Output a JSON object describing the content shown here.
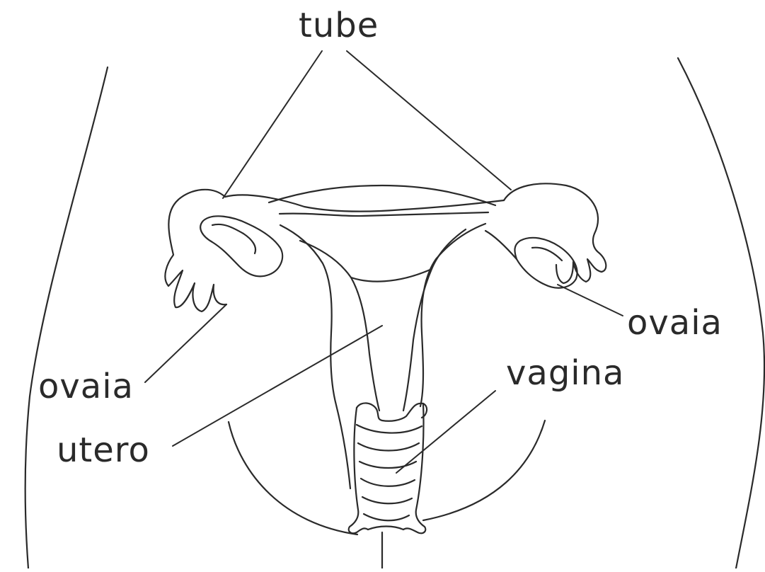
{
  "labels": {
    "tube": "tube",
    "ovaia_right": "ovaia",
    "ovaia_left": "ovaia",
    "vagina": "vagina",
    "utero": "utero"
  },
  "colors": {
    "ink": "#2a2a2a",
    "background": "#ffffff"
  }
}
